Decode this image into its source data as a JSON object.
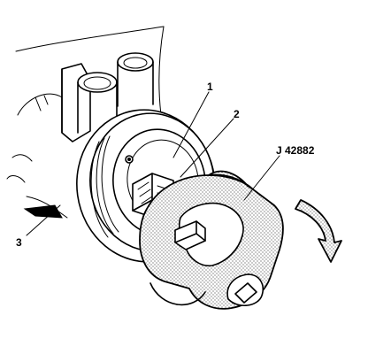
{
  "figure": {
    "callouts": {
      "c1": "1",
      "c2": "2",
      "c3": "3",
      "tool": "J 42882"
    }
  }
}
